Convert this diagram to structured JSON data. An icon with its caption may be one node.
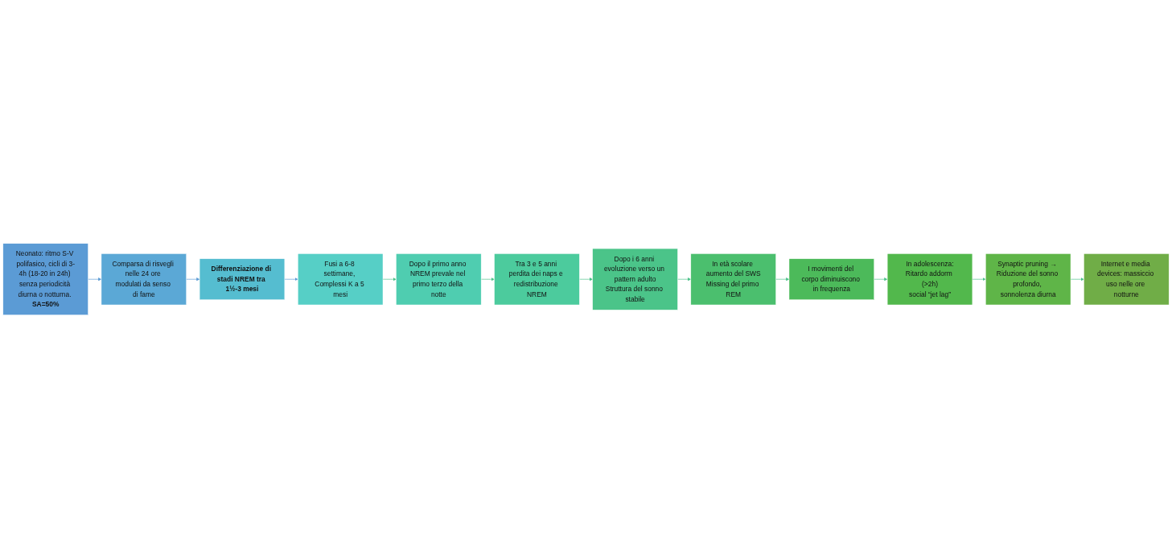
{
  "diagram": {
    "nodes": [
      {
        "text": [
          "Neonato: ritmo S-V polifasico, cicli di 3-4h (18-20 in 24h) senza periodicità diurna o notturna. **SA=50%**"
        ]
      },
      {
        "text": [
          "Comparsa di risvegli nelle 24 ore modulati da senso di fame"
        ]
      },
      {
        "text": [
          "Differenziazione di stadi NREM tra 1½-3 mesi"
        ]
      },
      {
        "text": [
          "Fusi a 6-8 settimane, Complessi K a 5 mesi"
        ]
      },
      {
        "text": [
          "Dopo il primo anno NREM prevale nel primo terzo della notte"
        ]
      },
      {
        "text": [
          "Tra 3 e 5 anni perdita dei naps e redistribuzione NREM"
        ]
      },
      {
        "text": [
          "Dopo i 6 anni evoluzione verso un pattern adulto",
          "Struttura del sonno stabile"
        ]
      },
      {
        "text": [
          "In età scolare aumento del SWS",
          "Missing del primo REM"
        ]
      },
      {
        "text": [
          "I movimenti del corpo diminuiscono in frequenza"
        ]
      },
      {
        "text": [
          "In adolescenza:",
          "Ritardo addorm (>2h)",
          "social “jet lag”"
        ]
      },
      {
        "text": [
          "Synaptic pruning → Riduzione del sonno profondo, sonnolenza diurna"
        ]
      },
      {
        "text": [
          "Internet e media devices: massiccio uso nelle ore notturne"
        ]
      }
    ],
    "edges": [
      {
        "from": 0,
        "to": 1,
        "arrow": "to",
        "color": "#5b9bd5"
      },
      {
        "from": 1,
        "to": 2,
        "arrow": "to",
        "color": "#5b9bd5"
      },
      {
        "from": 2,
        "to": 3,
        "arrow": "to",
        "color": "#5b9bd5"
      },
      {
        "from": 3,
        "to": 4,
        "arrow": "to"
      },
      {
        "from": 4,
        "to": 5,
        "arrow": "to"
      },
      {
        "from": 5,
        "to": 6,
        "arrow": "to"
      },
      {
        "from": 6,
        "to": 7,
        "arrow": "to"
      },
      {
        "from": 7,
        "to": 8,
        "arrow": "to"
      },
      {
        "from": 8,
        "to": 9,
        "arrow": "to"
      },
      {
        "from": 9,
        "to": 10,
        "arrow": "to"
      },
      {
        "from": 10,
        "to": 11,
        "arrow": "to"
      }
    ]
  }
}
